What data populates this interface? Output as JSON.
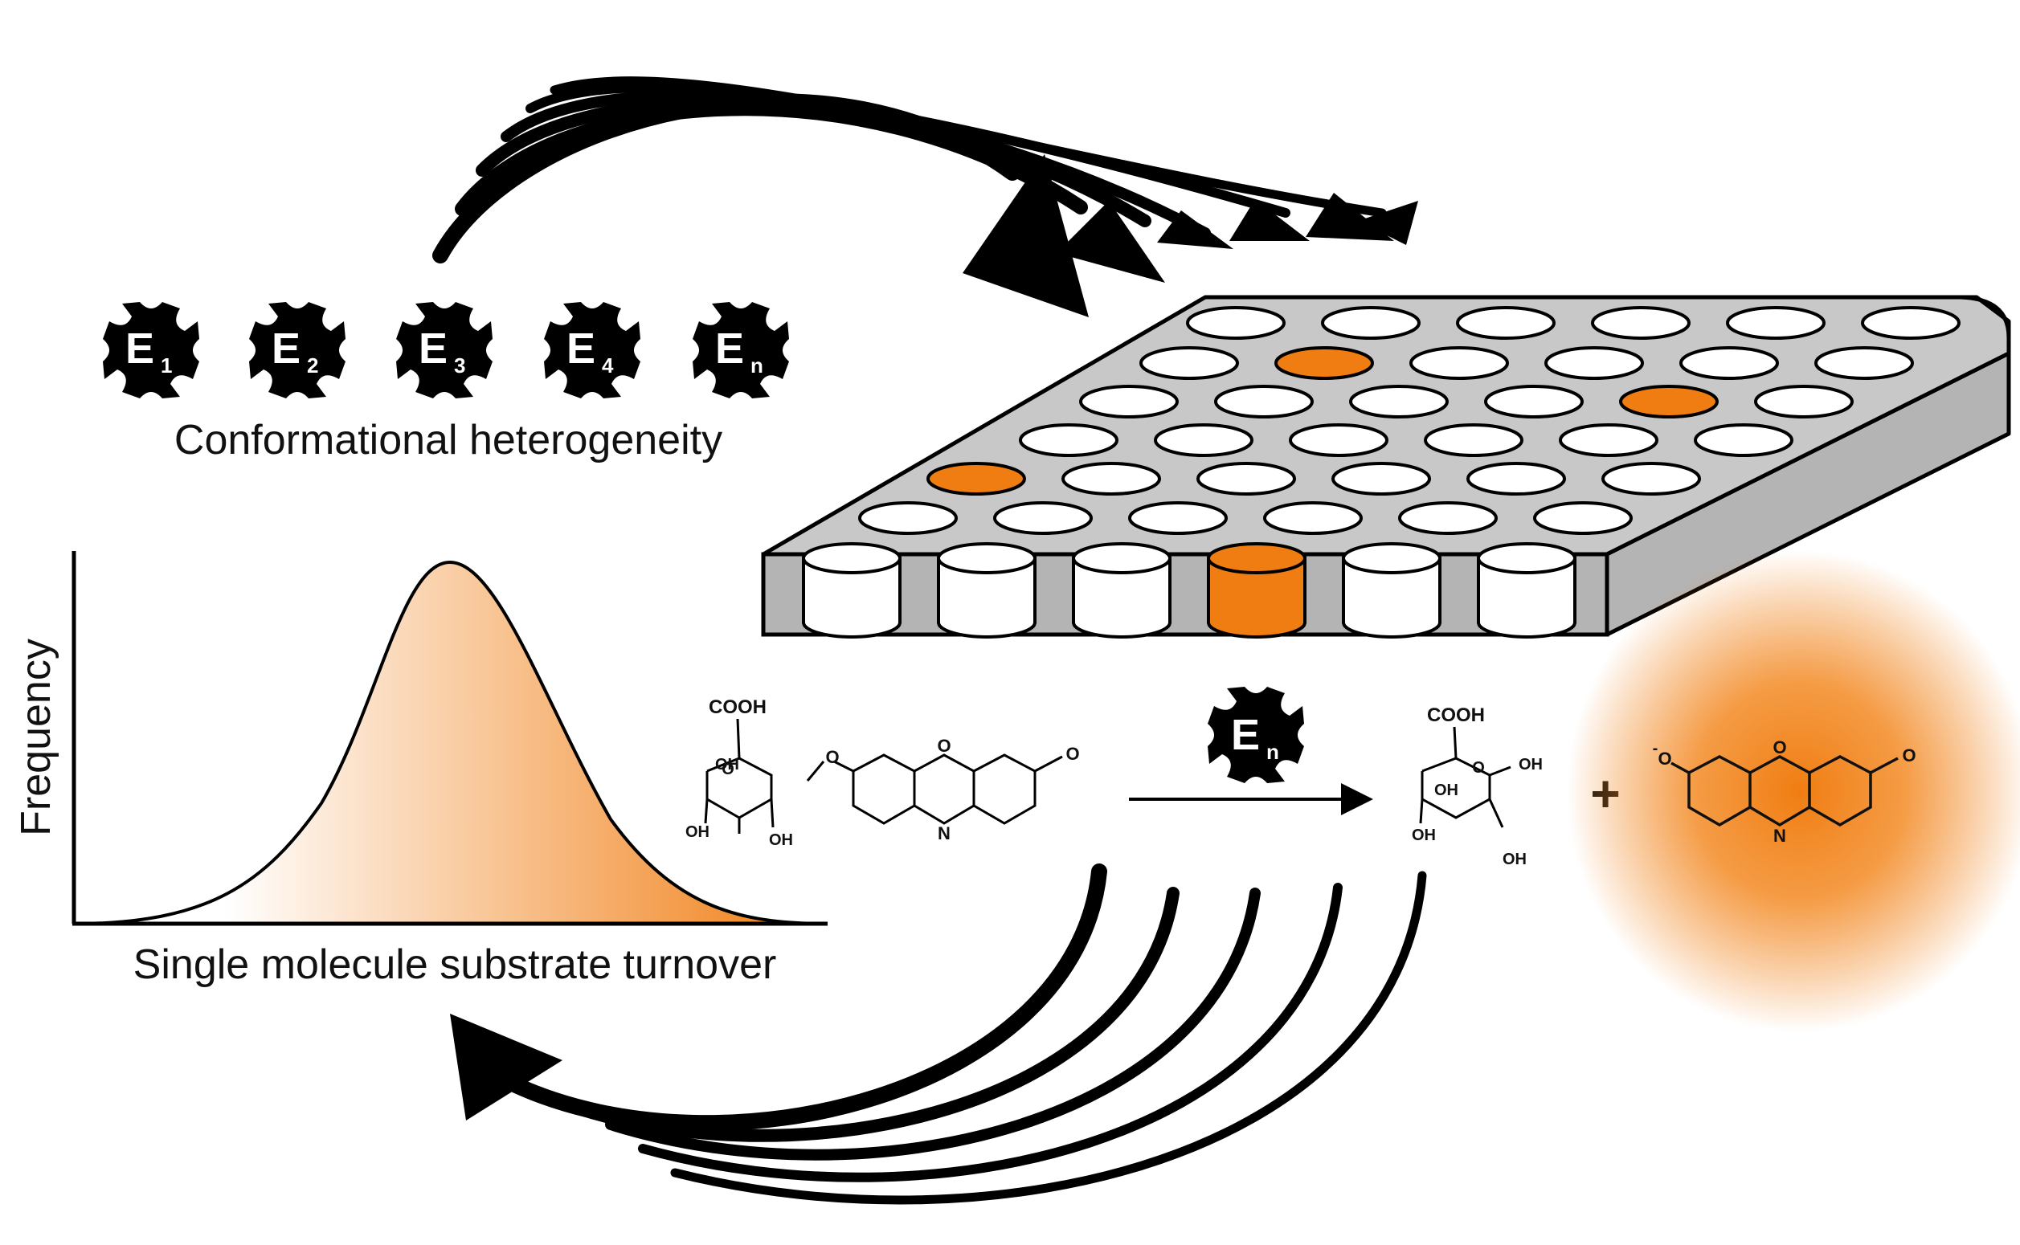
{
  "caption": "Conformational heterogeneity",
  "enzymes": [
    {
      "letter": "E",
      "sub": "1"
    },
    {
      "letter": "E",
      "sub": "2"
    },
    {
      "letter": "E",
      "sub": "3"
    },
    {
      "letter": "E",
      "sub": "4"
    },
    {
      "letter": "E",
      "sub": "n"
    }
  ],
  "catalyst": {
    "letter": "E",
    "sub": "n"
  },
  "histogram": {
    "ylabel": "Frequency",
    "xlabel": "Single molecule substrate turnover"
  },
  "reaction": {
    "substrate": {
      "cooh": "COOH",
      "oh1": "OH",
      "oh2": "OH",
      "oh3": "OH",
      "o_link": "O",
      "o_ring": "O",
      "o_keto": "O",
      "o_bridge": "O",
      "n": "N"
    },
    "sugar": {
      "cooh": "COOH",
      "oh_anom": "OH",
      "oh1": "OH",
      "oh2": "OH",
      "oh3": "OH",
      "o_ring": "O"
    },
    "plus": "+",
    "dye": {
      "o_minus": "O",
      "charge": "-",
      "o_bridge": "O",
      "o_keto": "O",
      "n": "N"
    }
  },
  "colors": {
    "accent": "#f07d12",
    "plate_gray": "#c8c8c8",
    "ink": "#000000"
  }
}
